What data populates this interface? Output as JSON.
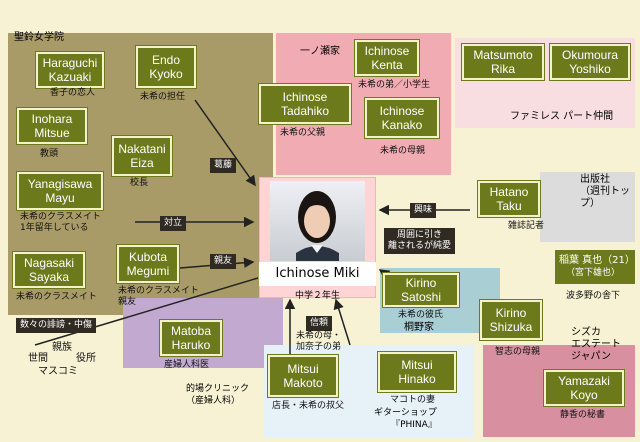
{
  "regions": {
    "school": "聖鈴女学院",
    "ichinose_family": "一ノ瀬家",
    "famires": "ファミレス パート仲間",
    "publisher": "出版社\n（週刊トップ）",
    "kirino_family": "桐野家",
    "spa": "シズカ\nエステート\nジャパン",
    "clinic": "的場クリニック\n（産婦人科）",
    "guitar_shop": "ギターショップ\n『PHINA』",
    "society": "数々の誹謗・中傷",
    "society_parts": [
      "親族",
      "世間",
      "役所",
      "マスコミ"
    ]
  },
  "center": {
    "name": "Ichinose Miki",
    "role": "中学２年生"
  },
  "people": [
    {
      "id": "haraguchi",
      "name": "Haraguchi\nKazuaki",
      "role": "香子の恋人"
    },
    {
      "id": "endo",
      "name": "Endo\nKyoko",
      "role": "未希の担任"
    },
    {
      "id": "inohara",
      "name": "Inohara\nMitsue",
      "role": "教頭"
    },
    {
      "id": "nakatani",
      "name": "Nakatani\nEiza",
      "role": "校長"
    },
    {
      "id": "yanagisawa",
      "name": "Yanagisawa\nMayu",
      "role": "未希のクラスメイト\n1年留年している"
    },
    {
      "id": "nagasaki",
      "name": "Nagasaki\nSayaka",
      "role": "未希のクラスメイト"
    },
    {
      "id": "kubota",
      "name": "Kubota\nMegumi",
      "role": "未希のクラスメイト\n親友"
    },
    {
      "id": "matoba",
      "name": "Matoba\nHaruko",
      "role": "産婦人科医"
    },
    {
      "id": "tadahiko",
      "name": "Ichinose\nTadahiko",
      "role": "未希の父親"
    },
    {
      "id": "kenta",
      "name": "Ichinose\nKenta",
      "role": "未希の弟／小学生"
    },
    {
      "id": "kanako",
      "name": "Ichinose\nKanako",
      "role": "未希の母親"
    },
    {
      "id": "matsumoto",
      "name": "Matsumoto\nRika",
      "role": ""
    },
    {
      "id": "okumoura",
      "name": "Okumoura\nYoshiko",
      "role": ""
    },
    {
      "id": "hatano",
      "name": "Hatano\nTaku",
      "role": "雑誌記者"
    },
    {
      "id": "inaba",
      "name": "稲葉 真也（21）",
      "role": "（宮下雄也）"
    },
    {
      "id": "kirino_satoshi",
      "name": "Kirino\nSatoshi",
      "role": "未希の彼氏"
    },
    {
      "id": "kirino_shizuka",
      "name": "Kirino\nShizuka",
      "role": "智志の母親"
    },
    {
      "id": "mitsui_makoto",
      "name": "Mitsui\nMakoto",
      "role": "店長・未希の叔父"
    },
    {
      "id": "mitsui_hinako",
      "name": "Mitsui\nHinako",
      "role": "マコトの妻"
    },
    {
      "id": "yamazaki",
      "name": "Yamazaki\nKoyo",
      "role": "静香の秘書"
    }
  ],
  "extra_labels": {
    "hatano_note": "波多野の舎下"
  },
  "relations": {
    "kattou": "葛藤",
    "tairitsu": "対立",
    "shinyu": "親友",
    "kyomi": "興味",
    "shuui": "周囲に引き\n離されるが純愛",
    "shinrai": "信頼",
    "mother_side": "未希の母・\n加奈子の弟"
  },
  "colors": {
    "card": "#6d7a1b",
    "school_bg": "#a89b67",
    "family_bg": "#f0acb2",
    "famires_bg": "#f8dee0",
    "publisher_bg": "#dcdcdc",
    "spa_bg": "#d890a0",
    "kirino_bg": "#a9cfd4",
    "clinic_bg": "#c1a9cf",
    "center_bg": "#ffd4d4"
  }
}
